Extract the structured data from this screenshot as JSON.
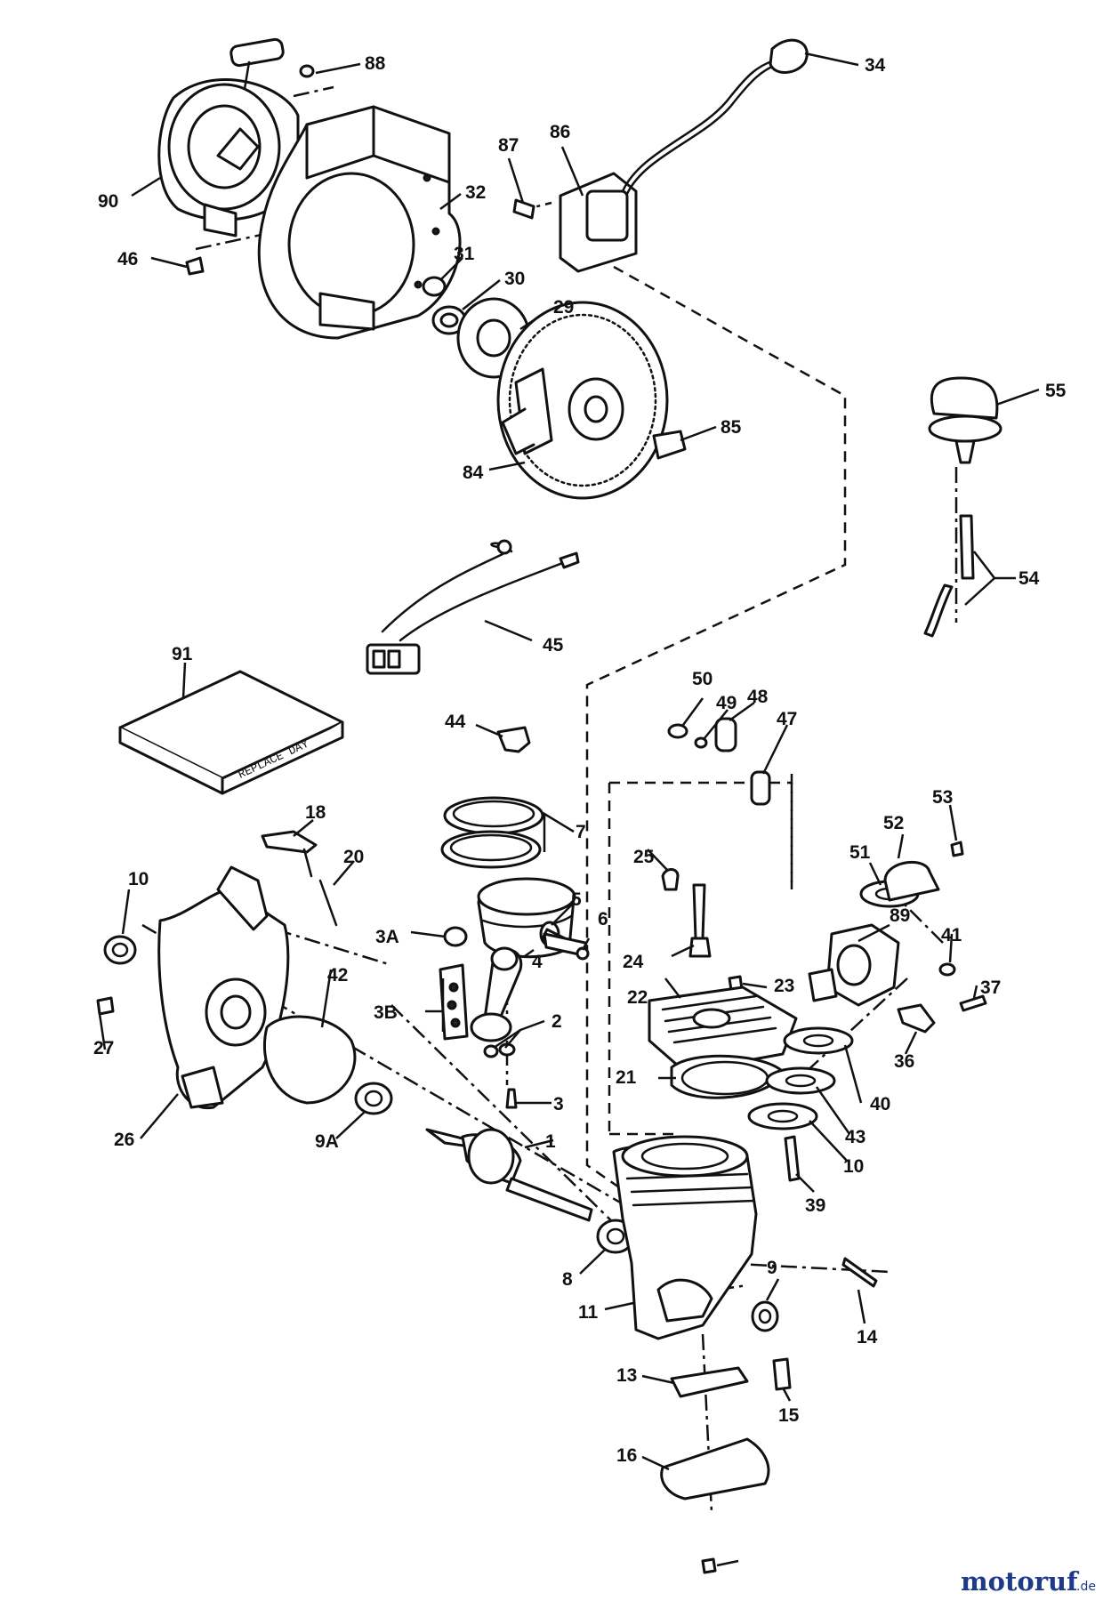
{
  "callouts": [
    "88",
    "34",
    "87",
    "86",
    "90",
    "32",
    "46",
    "31",
    "30",
    "29",
    "55",
    "85",
    "84",
    "54",
    "45",
    "91",
    "50",
    "49",
    "48",
    "47",
    "44",
    "7",
    "18",
    "20",
    "53",
    "52",
    "51",
    "25",
    "10",
    "5",
    "3A",
    "6",
    "4",
    "89",
    "24",
    "23",
    "41",
    "37",
    "3B",
    "2",
    "22",
    "42",
    "27",
    "36",
    "21",
    "3",
    "40",
    "26",
    "1",
    "9A",
    "43",
    "39",
    "10",
    "9",
    "8",
    "11",
    "14",
    "13",
    "15",
    "16"
  ],
  "part_91_text": "REPLACE DAY",
  "watermark": {
    "name": "motoruf",
    "tld": ".de",
    "color_main": "#1e3a8a",
    "color_accent": "#e67e22"
  },
  "colors": {
    "line": "#111111",
    "background": "#ffffff"
  }
}
